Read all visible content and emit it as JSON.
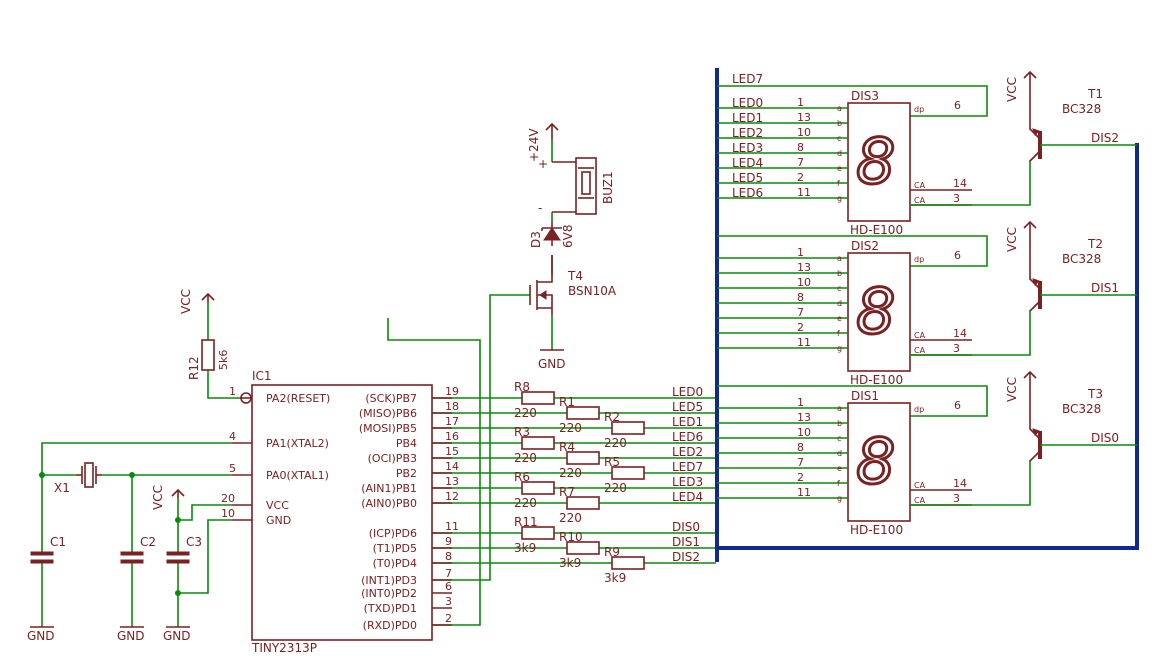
{
  "ic1": {
    "ref": "IC1",
    "value": "TINY2313P",
    "left_pins": [
      {
        "num": "1",
        "name": "PA2(RESET)"
      },
      {
        "num": "4",
        "name": "PA1(XTAL2)"
      },
      {
        "num": "5",
        "name": "PA0(XTAL1)"
      },
      {
        "num": "20",
        "name": "VCC"
      },
      {
        "num": "10",
        "name": "GND"
      }
    ],
    "right_pins": [
      {
        "num": "19",
        "name": "(SCK)PB7"
      },
      {
        "num": "18",
        "name": "(MISO)PB6"
      },
      {
        "num": "17",
        "name": "(MOSI)PB5"
      },
      {
        "num": "16",
        "name": "PB4"
      },
      {
        "num": "15",
        "name": "(OCI)PB3"
      },
      {
        "num": "14",
        "name": "PB2"
      },
      {
        "num": "13",
        "name": "(AIN1)PB1"
      },
      {
        "num": "12",
        "name": "(AIN0)PB0"
      },
      {
        "num": "11",
        "name": "(ICP)PD6"
      },
      {
        "num": "9",
        "name": "(T1)PD5"
      },
      {
        "num": "8",
        "name": "(T0)PD4"
      },
      {
        "num": "7",
        "name": "(INT1)PD3"
      },
      {
        "num": "6",
        "name": "(INT0)PD2"
      },
      {
        "num": "3",
        "name": "(TXD)PD1"
      },
      {
        "num": "2",
        "name": "(RXD)PD0"
      }
    ]
  },
  "resistors": [
    {
      "ref": "R8",
      "value": "220"
    },
    {
      "ref": "R1",
      "value": "220"
    },
    {
      "ref": "R2",
      "value": "220"
    },
    {
      "ref": "R3",
      "value": "220"
    },
    {
      "ref": "R4",
      "value": "220"
    },
    {
      "ref": "R5",
      "value": "220"
    },
    {
      "ref": "R6",
      "value": "220"
    },
    {
      "ref": "R7",
      "value": "220"
    },
    {
      "ref": "R11",
      "value": "3k9"
    },
    {
      "ref": "R10",
      "value": "3k9"
    },
    {
      "ref": "R9",
      "value": "3k9"
    }
  ],
  "r12": {
    "ref": "R12",
    "value": "5k6"
  },
  "crystal": {
    "ref": "X1"
  },
  "caps": [
    "C1",
    "C2",
    "C3"
  ],
  "supply": {
    "vcc": "VCC",
    "gnd": "GND",
    "v24": "+24V"
  },
  "buzzer": {
    "ref": "BUZ1",
    "plus": "+",
    "minus": "-"
  },
  "zener": {
    "ref": "D3",
    "value": "6V8"
  },
  "mosfet": {
    "ref": "T4",
    "value": "BSN10A"
  },
  "mcu_nets": [
    "LED0",
    "LED5",
    "LED1",
    "LED6",
    "LED2",
    "LED7",
    "LED3",
    "LED4"
  ],
  "dis_nets": [
    "DIS0",
    "DIS1",
    "DIS2"
  ],
  "displays": [
    {
      "ref": "DIS3",
      "value": "HD-E100",
      "digit": "8",
      "dis_net": "DIS2",
      "transistor": "T1",
      "tvalue": "BC328"
    },
    {
      "ref": "DIS2",
      "value": "HD-E100",
      "digit": "8",
      "dis_net": "DIS1",
      "transistor": "T2",
      "tvalue": "BC328"
    },
    {
      "ref": "DIS1",
      "value": "HD-E100",
      "digit": "8",
      "dis_net": "DIS0",
      "transistor": "T3",
      "tvalue": "BC328"
    }
  ],
  "display_top_net": "LED7",
  "display_leds": [
    "LED0",
    "LED1",
    "LED2",
    "LED3",
    "LED4",
    "LED5",
    "LED6"
  ],
  "seg_pins": [
    "1",
    "13",
    "10",
    "8",
    "7",
    "2",
    "11"
  ],
  "seg_letters": [
    "a",
    "b",
    "c",
    "d",
    "e",
    "f",
    "g"
  ],
  "dp": {
    "letter": "dp",
    "pin": "6"
  },
  "ca": {
    "letter": "CA",
    "pins": [
      "14",
      "3"
    ]
  }
}
